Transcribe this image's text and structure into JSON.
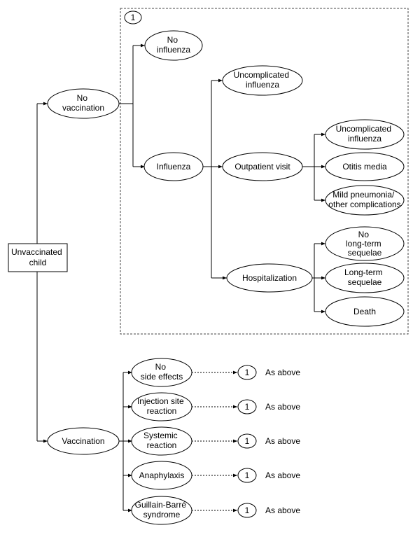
{
  "root": {
    "lines": [
      "Unvaccinated",
      "child"
    ]
  },
  "no_vaccination": {
    "lines": [
      "No",
      "vaccination"
    ]
  },
  "vaccination": {
    "lines": [
      "Vaccination"
    ]
  },
  "subtree_marker": "1",
  "no_influenza": {
    "lines": [
      "No",
      "influenza"
    ]
  },
  "influenza": {
    "lines": [
      "Influenza"
    ]
  },
  "uncomplicated_influenza_1": {
    "lines": [
      "Uncomplicated",
      "influenza"
    ]
  },
  "outpatient_visit": {
    "lines": [
      "Outpatient visit"
    ]
  },
  "hospitalization": {
    "lines": [
      "Hospitalization"
    ]
  },
  "uncomplicated_influenza_2": {
    "lines": [
      "Uncomplicated",
      "influenza"
    ]
  },
  "otitis_media": {
    "lines": [
      "Otitis media"
    ]
  },
  "mild_pneumonia": {
    "lines": [
      "Mild pneumonia/",
      "other complications"
    ]
  },
  "no_long_term": {
    "lines": [
      "No",
      "long-term",
      "sequelae"
    ]
  },
  "long_term": {
    "lines": [
      "Long-term",
      "sequelae"
    ]
  },
  "death": {
    "lines": [
      "Death"
    ]
  },
  "side_effects": [
    {
      "lines": [
        "No",
        "side effects"
      ],
      "marker": "1",
      "ref": "As above"
    },
    {
      "lines": [
        "Injection site",
        "reaction"
      ],
      "marker": "1",
      "ref": "As above"
    },
    {
      "lines": [
        "Systemic",
        "reaction"
      ],
      "marker": "1",
      "ref": "As above"
    },
    {
      "lines": [
        "Anaphylaxis"
      ],
      "marker": "1",
      "ref": "As above"
    },
    {
      "lines": [
        "Guillain-Barré",
        "syndrome"
      ],
      "marker": "1",
      "ref": "As above"
    }
  ]
}
